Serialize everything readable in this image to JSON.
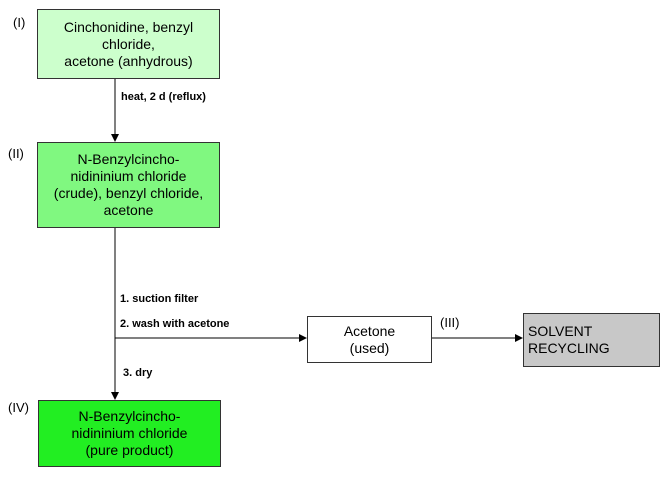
{
  "colors": {
    "box1": "#ccffcc",
    "box2": "#80f880",
    "box4": "#22ee22",
    "acetone": "#ffffff",
    "recycling": "#c8c8c8",
    "stroke": "#333333"
  },
  "stages": {
    "I": "(I)",
    "II": "(II)",
    "III": "(III)",
    "IV": "(IV)"
  },
  "boxes": {
    "start": {
      "lines": [
        "Cinchonidine, benzyl",
        "chloride,",
        "acetone (anhydrous)"
      ]
    },
    "crude": {
      "lines": [
        "N-Benzylcincho-",
        "nidininium chloride",
        "(crude), benzyl chloride,",
        "acetone"
      ]
    },
    "acetone_used": {
      "lines": [
        "Acetone",
        "(used)"
      ]
    },
    "recycling": {
      "lines": [
        "SOLVENT",
        "RECYCLING"
      ]
    },
    "product": {
      "lines": [
        "N-Benzylcincho-",
        "nidininium chloride",
        "(pure product)"
      ]
    }
  },
  "steps": {
    "heat": "heat, 2 d (reflux)",
    "filter": "1. suction filter",
    "wash": "2. wash with acetone",
    "dry": "3. dry"
  }
}
